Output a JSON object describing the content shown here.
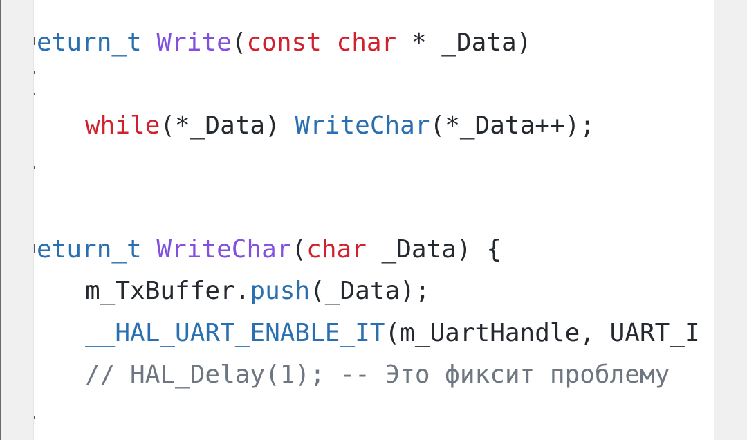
{
  "code": {
    "line1": {
      "ret": "eturn_t",
      "fn": "Write",
      "open": "(",
      "kw1": "const",
      "kw2": "char",
      "rest": " * _Data)"
    },
    "line2": {
      "kw": "while",
      "mid": "(*_Data) ",
      "fn": "WriteChar",
      "rest": "(*_Data++);"
    },
    "line3": {
      "ret": "eturn_t",
      "fn": "WriteChar",
      "open": "(",
      "kw": "char",
      "rest": " _Data) {"
    },
    "line4": {
      "obj": "m_TxBuffer.",
      "fn": "push",
      "rest": "(_Data);"
    },
    "line5": {
      "macro": "__HAL_UART_ENABLE_IT",
      "rest": "(m_UartHandle, UART_I"
    },
    "line6": {
      "comment": "// HAL_Delay(1); -- Это фиксит проблему"
    }
  },
  "colors": {
    "type": "#2a6fb0",
    "function": "#8250df",
    "keyword": "#cf222e",
    "comment": "#6e7781",
    "text": "#24292f"
  }
}
